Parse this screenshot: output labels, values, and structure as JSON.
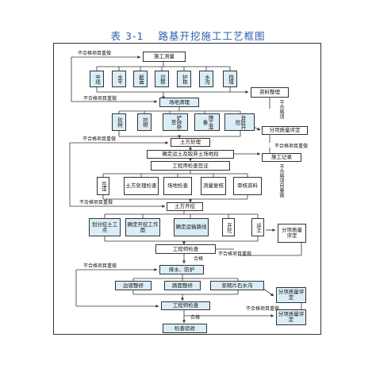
{
  "title": {
    "number": "表 3-1",
    "text": "路基开挖施工工艺框图"
  },
  "redo": "不合格项目重做",
  "pass": "合格",
  "boxes": {
    "construction_survey": "施工测量",
    "survey_items": [
      "中线",
      "水平",
      "断面",
      "边桩",
      "护桩",
      "水沟",
      "挡墙"
    ],
    "data_sorting": "资料整理",
    "site_clearing": "场地清理",
    "clearing_items": [
      "砍树",
      "挖树",
      "铲除杂草",
      "施工准备",
      "台阶开挖"
    ],
    "sub_eval_1": "分项质量评定",
    "earthwork_treatment": "土方处理",
    "determine_yard": "确定运土及取弃土场地段",
    "construction_record": "施工记录",
    "engineer_inspect_1": "工程师检查签证",
    "inspect_items": [
      "签证",
      "土方处理检查",
      "场地检查",
      "测量复核",
      "审核资料"
    ],
    "earthwork_excavation": "土方开挖",
    "excavation_items": [
      "划分挖土工点",
      "确定开挖工作面",
      "确定运输路线",
      "开挖",
      "运土"
    ],
    "sub_eval_2": "分项质量评定",
    "engineer_inspect_2": "工程师检查",
    "drainage": "排水、防护",
    "slope_trim": "边坡整修",
    "subgrade_trim": "路面整修",
    "rubble_ditch": "浆砌片石水沟",
    "sub_eval_3": "分项质量评定",
    "engineer_inspect_3": "工程师检查",
    "sub_eval_4": "分项质量评定",
    "acceptance": "检查验收"
  },
  "right_labels": {
    "redo_vertical_1": "不合格项",
    "redo_vertical_2": "不合格项目重做"
  }
}
